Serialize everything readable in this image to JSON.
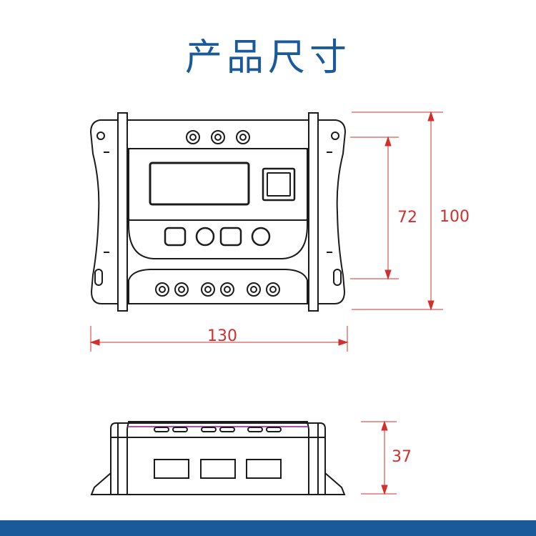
{
  "title": "产品尺寸",
  "dimensions": {
    "width": "130",
    "height_total": "100",
    "height_inner": "72",
    "depth": "37"
  },
  "colors": {
    "title": "#1a5a9a",
    "dimension_line": "#d0302e",
    "band": "#1a5a9a",
    "outline": "#1b1b1b",
    "accent_strip": "#b04fb0"
  }
}
